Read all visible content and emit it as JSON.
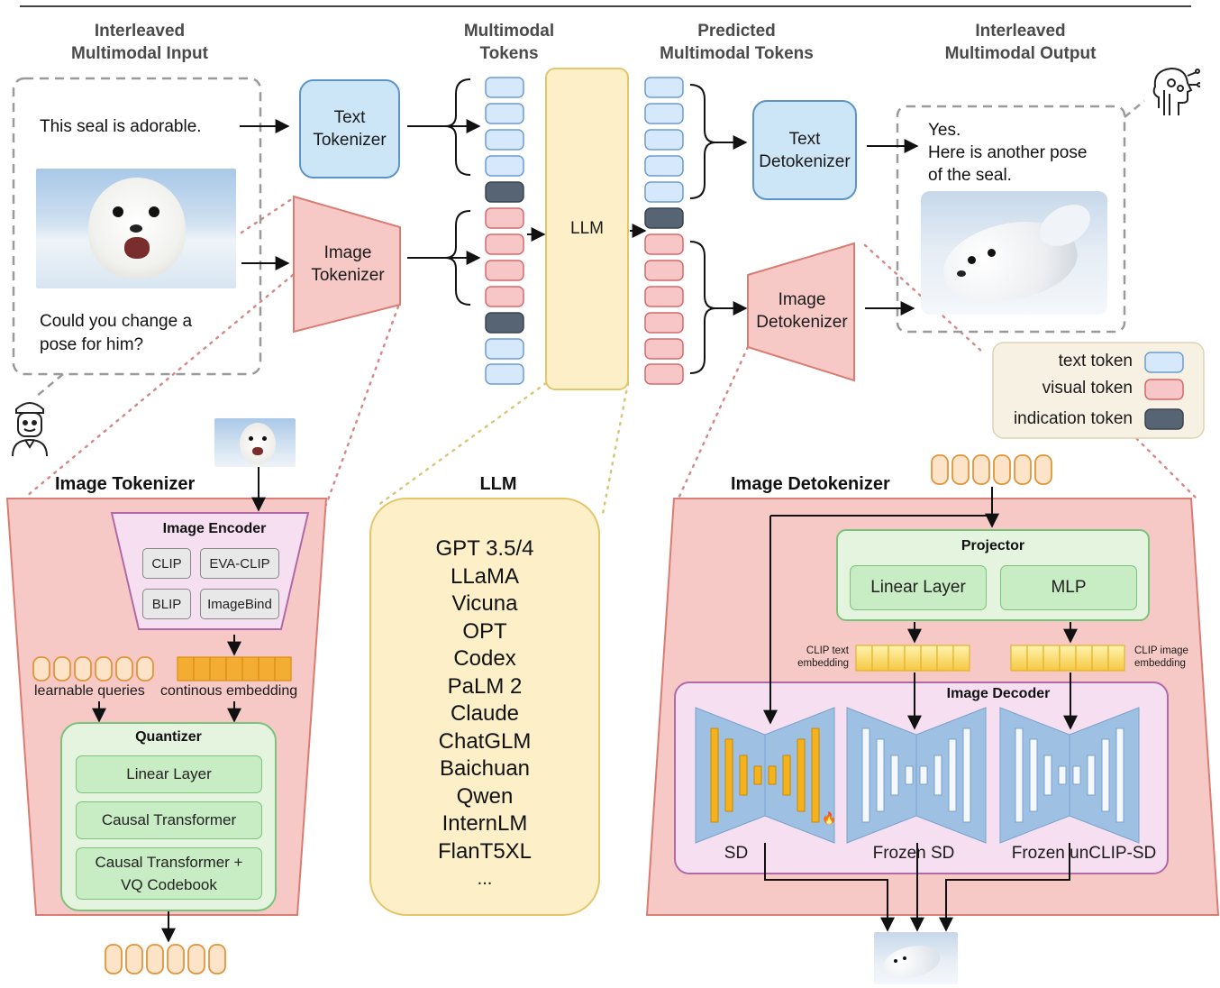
{
  "headers": {
    "input": "Interleaved\nMultimodal Input",
    "tokens": "Multimodal\nTokens",
    "predicted": "Predicted\nMultimodal Tokens",
    "output": "Interleaved\nMultimodal Output"
  },
  "input": {
    "text1": "This seal is adorable.",
    "text2": "Could you change a\npose for him?"
  },
  "boxes": {
    "text_tokenizer": "Text\nTokenizer",
    "image_tokenizer": "Image\nTokenizer",
    "llm": "LLM",
    "text_detokenizer": "Text\nDetokenizer",
    "image_detokenizer": "Image\nDetokenizer"
  },
  "output": {
    "text": "Yes.\nHere is another pose\nof the seal."
  },
  "legend": {
    "items": [
      {
        "label": "text token",
        "color": "#d6e8fb"
      },
      {
        "label": "visual token",
        "color": "#f7c7c7"
      },
      {
        "label": "indication token",
        "color": "#566474"
      }
    ]
  },
  "image_tokenizer": {
    "title": "Image Tokenizer",
    "encoder_title": "Image Encoder",
    "encoders": [
      "CLIP",
      "EVA-CLIP",
      "BLIP",
      "ImageBind"
    ],
    "learnable_label": "learnable queries",
    "continuous_label": "continous embedding",
    "quantizer_title": "Quantizer",
    "quantizer_items": [
      "Linear Layer",
      "Causal Transformer",
      "Causal Transformer +\nVQ Codebook"
    ]
  },
  "llm_detail": {
    "title": "LLM",
    "models": [
      "GPT 3.5/4",
      "LLaMA",
      "Vicuna",
      "OPT",
      "Codex",
      "PaLM 2",
      "Claude",
      "ChatGLM",
      "Baichuan",
      "Qwen",
      "InternLM",
      "FlanT5XL",
      "..."
    ]
  },
  "image_detokenizer": {
    "title": "Image Detokenizer",
    "projector_title": "Projector",
    "projector_items": [
      "Linear Layer",
      "MLP"
    ],
    "clip_text_label": "CLIP text\nembedding",
    "clip_image_label": "CLIP image\nembedding",
    "decoder_title": "Image Decoder",
    "decoders": [
      "SD",
      "Frozen SD",
      "Frozen unCLIP-SD"
    ]
  },
  "colors": {
    "text_token": "#d6e8fb",
    "visual_token": "#f7c7c7",
    "indication_token": "#566474",
    "tokenizer_blue": "#cde6f7",
    "image_pink": "#f7c9c6",
    "llm_yellow": "#fdf0c9",
    "green": "#c8ecc3",
    "orange": "#f4ad33"
  }
}
